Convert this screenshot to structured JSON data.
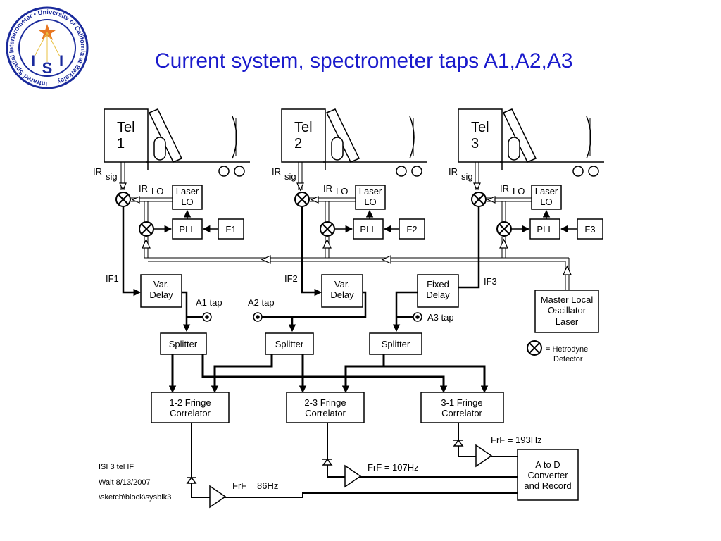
{
  "title": "Current system, spectrometer taps A1,A2,A3",
  "logo": {
    "ring_text": "Infrared Spatial Interferometer • University of California at Berkeley",
    "letters": [
      "I",
      "S",
      "I"
    ],
    "colors": {
      "ring": "#1a2a9c",
      "star": "#e87722",
      "letters": "#1a2a9c"
    }
  },
  "telescopes": [
    {
      "label_line1": "Tel",
      "label_line2": "1",
      "ir_label": "IR",
      "ir_sub": "sig",
      "lo_label": "IR",
      "lo_sub": "LO",
      "laser_line1": "Laser",
      "laser_line2": "LO",
      "pll": "PLL",
      "freq": "F1",
      "if_label": "IF1",
      "delay_line1": "Var.",
      "delay_line2": "Delay"
    },
    {
      "label_line1": "Tel",
      "label_line2": "2",
      "ir_label": "IR",
      "ir_sub": "sig",
      "lo_label": "IR",
      "lo_sub": "LO",
      "laser_line1": "Laser",
      "laser_line2": "LO",
      "pll": "PLL",
      "freq": "F2",
      "if_label": "IF2",
      "delay_line1": "Var.",
      "delay_line2": "Delay"
    },
    {
      "label_line1": "Tel",
      "label_line2": "3",
      "ir_label": "IR",
      "ir_sub": "sig",
      "lo_label": "IR",
      "lo_sub": "LO",
      "laser_line1": "Laser",
      "laser_line2": "LO",
      "pll": "PLL",
      "freq": "F3",
      "if_label": "IF3",
      "delay_line1": "Fixed",
      "delay_line2": "Delay"
    }
  ],
  "taps": [
    "A1 tap",
    "A2 tap",
    "A3 tap"
  ],
  "splitter": "Splitter",
  "master": {
    "line1": "Master Local",
    "line2": "Oscillator",
    "line3": "Laser"
  },
  "legend": {
    "line1": "= Hetrodyne",
    "line2": "Detector"
  },
  "correlators": [
    {
      "line1": "1-2 Fringe",
      "line2": "Correlator",
      "frf": "FrF = 86Hz"
    },
    {
      "line1": "2-3 Fringe",
      "line2": "Correlator",
      "frf": "FrF = 107Hz"
    },
    {
      "line1": "3-1 Fringe",
      "line2": "Correlator",
      "frf": "FrF = 193Hz"
    }
  ],
  "adc": {
    "line1": "A to D",
    "line2": "Converter",
    "line3": "and Record"
  },
  "notes": [
    "ISI 3 tel IF",
    "Walt  8/13/2007",
    "\\sketch\\block\\sysblk3"
  ]
}
